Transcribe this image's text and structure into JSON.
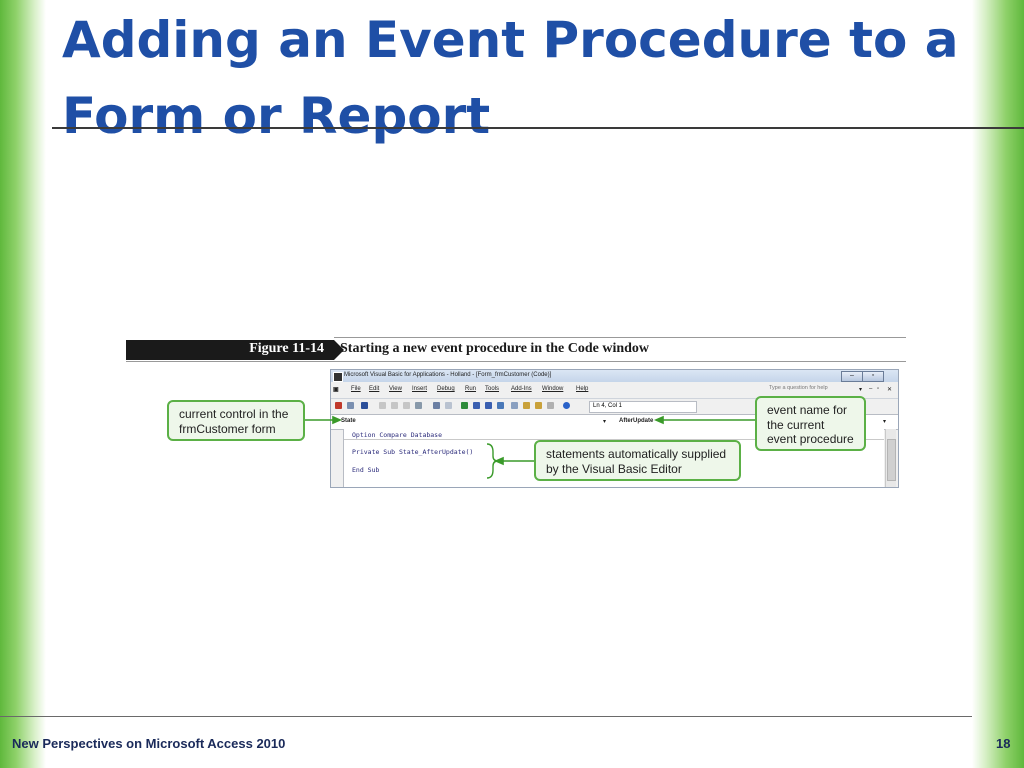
{
  "slide": {
    "title_line1": "Adding an Event Procedure to a",
    "title_line2": "Form or Report",
    "footer": "New Perspectives on Microsoft Access 2010",
    "page_number": "18"
  },
  "figure": {
    "label": "Figure 11-14",
    "caption": "Starting a new event procedure in the Code window"
  },
  "vbe": {
    "window_title": "Microsoft Visual Basic for Applications - Holland - [Form_frmCustomer (Code)]",
    "menus": [
      "File",
      "Edit",
      "View",
      "Insert",
      "Debug",
      "Run",
      "Tools",
      "Add-Ins",
      "Window",
      "Help"
    ],
    "help_placeholder": "Type a question for help",
    "cursor_position": "Ln 4, Col 1",
    "object_combo": "State",
    "procedure_combo": "AfterUpdate",
    "code_lines": [
      "Option Compare Database",
      "Private Sub State_AfterUpdate()",
      "End Sub"
    ],
    "window_buttons": {
      "minimize": "–",
      "restore": "▫",
      "close": "✕"
    }
  },
  "callouts": {
    "current_control": [
      "current control in the",
      "frmCustomer form"
    ],
    "event_name": [
      "event name for",
      "the current",
      "event procedure"
    ],
    "statements": [
      "statements automatically supplied",
      "by the Visual Basic Editor"
    ]
  },
  "colors": {
    "title_blue": "#1f4fa6",
    "callout_border": "#5bb046",
    "callout_fill": "#eef7ea",
    "accent_green": "#5fb83c"
  }
}
